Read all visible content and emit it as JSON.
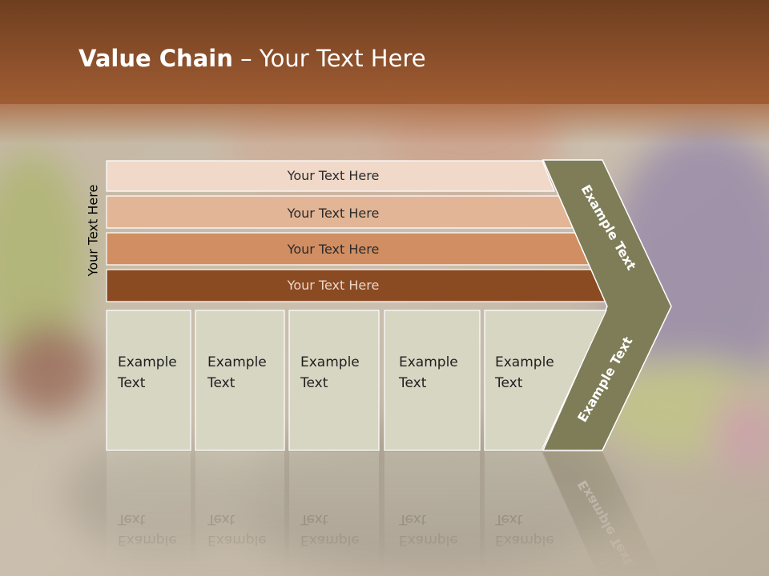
{
  "title": {
    "bold": "Value Chain",
    "rest": " – Your Text Here"
  },
  "side_label": "Your Text Here",
  "support_activities": [
    "Your Text Here",
    "Your Text Here",
    "Your Text Here",
    "Your Text Here"
  ],
  "primary_activities": [
    [
      "Example",
      "Text"
    ],
    [
      "Example",
      "Text"
    ],
    [
      "Example",
      "Text"
    ],
    [
      "Example",
      "Text"
    ],
    [
      "Example",
      "Text"
    ]
  ],
  "arrow_labels": {
    "upper": "Example Text",
    "lower": "Example Text"
  },
  "colors": {
    "title_bar": "#8a4a22",
    "bar_1": "#f0d9c9",
    "bar_2": "#e2b596",
    "bar_3": "#d18e62",
    "bar_4": "#8a4a22",
    "chevron": "#7f7d58",
    "box_fill": "#d7d6c3"
  }
}
